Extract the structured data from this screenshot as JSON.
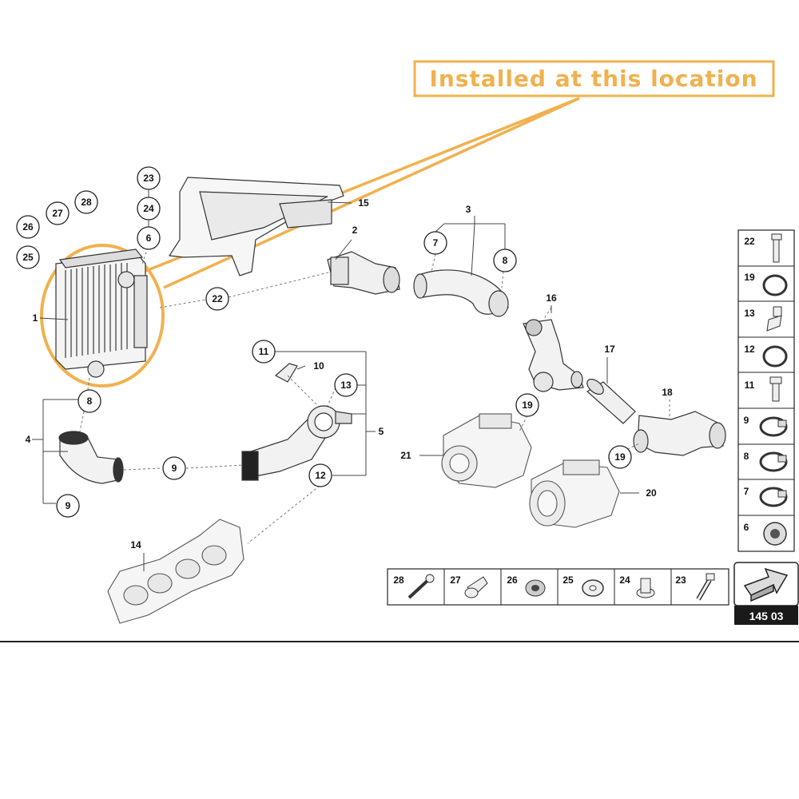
{
  "callout": {
    "text": "Installed at this location",
    "color": "#F0B14E"
  },
  "diagram_number": "145 03",
  "part_labels": [
    {
      "id": "lbl-1",
      "text": "1"
    },
    {
      "id": "lbl-2",
      "text": "2"
    },
    {
      "id": "lbl-3",
      "text": "3"
    },
    {
      "id": "lbl-4",
      "text": "4"
    },
    {
      "id": "lbl-5",
      "text": "5"
    },
    {
      "id": "lbl-6",
      "text": "6"
    },
    {
      "id": "lbl-7",
      "text": "7"
    },
    {
      "id": "lbl-8a",
      "text": "8"
    },
    {
      "id": "lbl-8b",
      "text": "8"
    },
    {
      "id": "lbl-9a",
      "text": "9"
    },
    {
      "id": "lbl-9b",
      "text": "9"
    },
    {
      "id": "lbl-10",
      "text": "10"
    },
    {
      "id": "lbl-11",
      "text": "11"
    },
    {
      "id": "lbl-12",
      "text": "12"
    },
    {
      "id": "lbl-13",
      "text": "13"
    },
    {
      "id": "lbl-14",
      "text": "14"
    },
    {
      "id": "lbl-15",
      "text": "15"
    },
    {
      "id": "lbl-16",
      "text": "16"
    },
    {
      "id": "lbl-17",
      "text": "17"
    },
    {
      "id": "lbl-18",
      "text": "18"
    },
    {
      "id": "lbl-19a",
      "text": "19"
    },
    {
      "id": "lbl-19b",
      "text": "19"
    },
    {
      "id": "lbl-20",
      "text": "20"
    },
    {
      "id": "lbl-21",
      "text": "21"
    },
    {
      "id": "lbl-22",
      "text": "22"
    },
    {
      "id": "lbl-23",
      "text": "23"
    },
    {
      "id": "lbl-24",
      "text": "24"
    },
    {
      "id": "lbl-25",
      "text": "25"
    },
    {
      "id": "lbl-26",
      "text": "26"
    },
    {
      "id": "lbl-27",
      "text": "27"
    },
    {
      "id": "lbl-28",
      "text": "28"
    }
  ],
  "side_legend": [
    {
      "num": "22",
      "icon": "bolt-icon"
    },
    {
      "num": "19",
      "icon": "o-ring-icon"
    },
    {
      "num": "13",
      "icon": "nozzle-icon"
    },
    {
      "num": "12",
      "icon": "o-ring-icon"
    },
    {
      "num": "11",
      "icon": "bolt-icon"
    },
    {
      "num": "9",
      "icon": "hose-clamp-icon"
    },
    {
      "num": "8",
      "icon": "hose-clamp-icon"
    },
    {
      "num": "7",
      "icon": "hose-clamp-icon"
    },
    {
      "num": "6",
      "icon": "nut-icon"
    }
  ],
  "bottom_legend": [
    {
      "num": "28",
      "icon": "pin-icon"
    },
    {
      "num": "27",
      "icon": "grommet-icon"
    },
    {
      "num": "26",
      "icon": "nut-icon"
    },
    {
      "num": "25",
      "icon": "washer-icon"
    },
    {
      "num": "24",
      "icon": "bushing-icon"
    },
    {
      "num": "23",
      "icon": "bolt-icon"
    }
  ]
}
